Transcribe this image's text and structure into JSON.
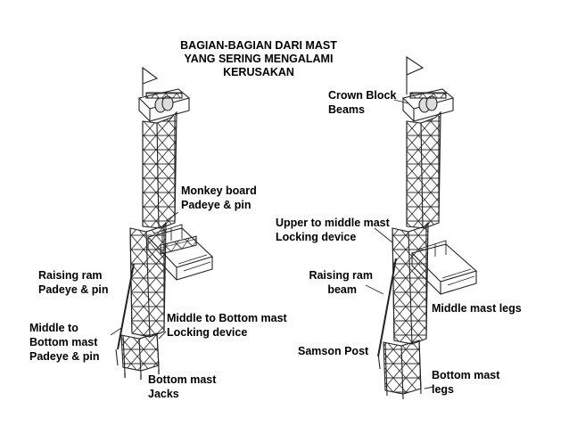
{
  "title": {
    "line1": "BAGIAN-BAGIAN DARI MAST",
    "line2": "YANG SERING MENGALAMI",
    "line3": "KERUSAKAN"
  },
  "left_mast": {
    "monkey_board": {
      "line1": "Monkey board",
      "line2": "Padeye & pin"
    },
    "raising_ram": {
      "line1": "Raising ram",
      "line2": "Padeye & pin"
    },
    "middle_to_bottom_padeye": {
      "line1": "Middle to",
      "line2": "Bottom mast",
      "line3": "Padeye & pin"
    },
    "middle_to_bottom_locking": {
      "line1": "Middle to Bottom mast",
      "line2": "Locking device"
    },
    "bottom_mast_jacks": {
      "line1": "Bottom mast",
      "line2": "Jacks"
    }
  },
  "right_mast": {
    "crown_block": {
      "line1": "Crown Block",
      "line2": "Beams"
    },
    "upper_to_middle": {
      "line1": "Upper to middle mast",
      "line2": "Locking device"
    },
    "raising_ram_beam": {
      "line1": "Raising ram",
      "line2": "beam"
    },
    "middle_mast_legs": {
      "line1": "Middle mast legs"
    },
    "samson_post": {
      "line1": "Samson Post"
    },
    "bottom_mast_legs": {
      "line1": "Bottom mast",
      "line2": "legs"
    }
  }
}
